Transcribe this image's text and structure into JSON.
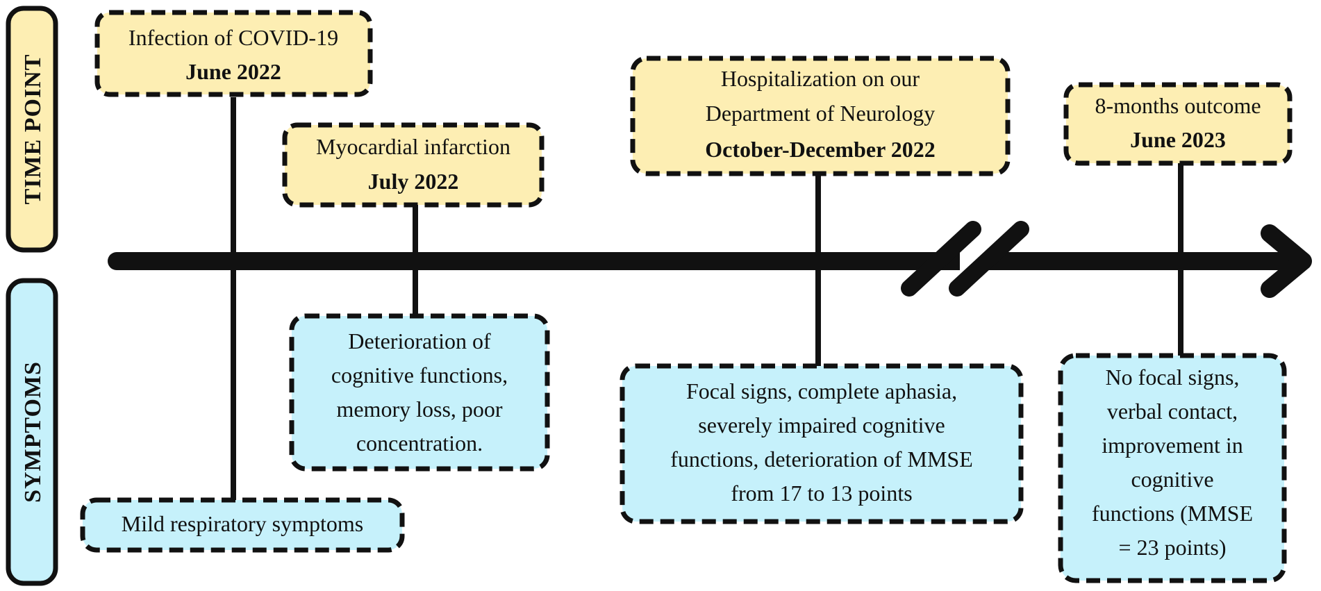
{
  "side_labels": {
    "time_point": "TIME POINT",
    "symptoms": "SYMPTOMS"
  },
  "colors": {
    "time_point_fill": "#fdeeb3",
    "symptoms_fill": "#c6f1fb",
    "stroke": "#111111"
  },
  "events": [
    {
      "title": "Infection of COVID-19",
      "date": "June 2022"
    },
    {
      "title": "Myocardial infarction",
      "date": "July 2022"
    },
    {
      "title_lines": [
        "Hospitalization on our",
        "Department of Neurology"
      ],
      "date": "October-December 2022"
    },
    {
      "title": "8-months outcome",
      "date": "June 2023"
    }
  ],
  "symptoms": [
    {
      "lines": [
        "Mild respiratory symptoms"
      ]
    },
    {
      "lines": [
        "Deterioration of",
        "cognitive functions,",
        "memory loss, poor",
        "concentration."
      ]
    },
    {
      "lines": [
        "Focal signs, complete aphasia,",
        "severely impaired cognitive",
        "functions, deterioration of MMSE",
        "from 17 to 13 points"
      ]
    },
    {
      "lines": [
        "No focal signs,",
        "verbal contact,",
        "improvement in",
        "cognitive",
        "functions (MMSE",
        "= 23 points)"
      ]
    }
  ]
}
